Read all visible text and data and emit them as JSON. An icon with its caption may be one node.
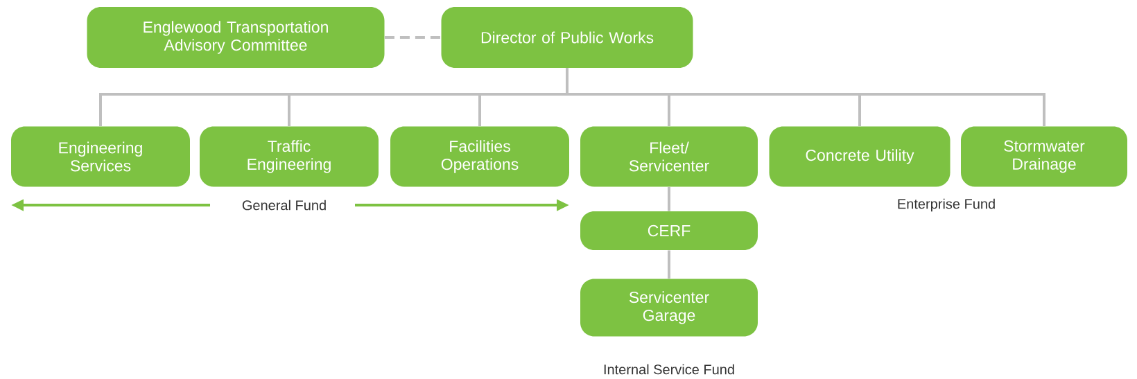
{
  "diagram": {
    "nodes": [
      {
        "text": [
          "Englewood Transportation Advisory Committee"
        ]
      },
      {
        "text": [
          "Director of Public Works"
        ]
      },
      {
        "text": [
          "Engineering Services"
        ]
      },
      {
        "text": [
          "Traffic Engineering"
        ]
      },
      {
        "text": [
          "Facilities Operations"
        ]
      },
      {
        "text": [
          "Fleet/ Servicenter"
        ]
      },
      {
        "text": [
          "Concrete Utility"
        ]
      },
      {
        "text": [
          "Stormwater Drainage"
        ]
      },
      {
        "text": [
          "CERF"
        ]
      },
      {
        "text": [
          "Servicenter Garage"
        ]
      }
    ],
    "edges": [
      {
        "from": 0,
        "to": 1,
        "arrow": "none",
        "style": "dashed"
      },
      {
        "from": 1,
        "to": 2,
        "arrow": "none"
      },
      {
        "from": 1,
        "to": 3,
        "arrow": "none"
      },
      {
        "from": 1,
        "to": 4,
        "arrow": "none"
      },
      {
        "from": 1,
        "to": 5,
        "arrow": "none"
      },
      {
        "from": 1,
        "to": 6,
        "arrow": "none"
      },
      {
        "from": 1,
        "to": 7,
        "arrow": "none"
      },
      {
        "from": 5,
        "to": 8,
        "arrow": "none"
      },
      {
        "from": 8,
        "to": 9,
        "arrow": "none"
      }
    ],
    "labels": [
      "General Fund",
      "Enterprise Fund",
      "Internal Service Fund"
    ]
  }
}
